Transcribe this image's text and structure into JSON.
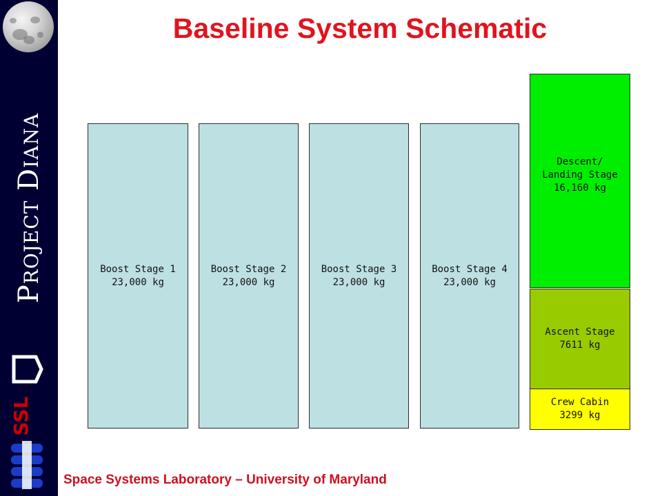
{
  "title": "Baseline System Schematic",
  "brand": "Project Diana",
  "logo_text": "SSL",
  "footer": "Space Systems Laboratory – University of Maryland",
  "colors": {
    "sidebar": "#000033",
    "title": "#e0141e",
    "boost_stage": "#bde0e3",
    "descent_stage": "#00ee00",
    "ascent_stage": "#99cc00",
    "crew_cabin": "#ffff00"
  },
  "stages": {
    "boost1": {
      "name": "Boost Stage 1",
      "mass": "23,000 kg"
    },
    "boost2": {
      "name": "Boost Stage 2",
      "mass": "23,000 kg"
    },
    "boost3": {
      "name": "Boost Stage 3",
      "mass": "23,000 kg"
    },
    "boost4": {
      "name": "Boost Stage 4",
      "mass": "23,000 kg"
    },
    "descent": {
      "name": "Descent/\nLanding Stage",
      "mass": "16,160 kg"
    },
    "ascent": {
      "name": "Ascent Stage",
      "mass": "7611 kg"
    },
    "cabin": {
      "name": "Crew Cabin",
      "mass": "3299 kg"
    }
  }
}
